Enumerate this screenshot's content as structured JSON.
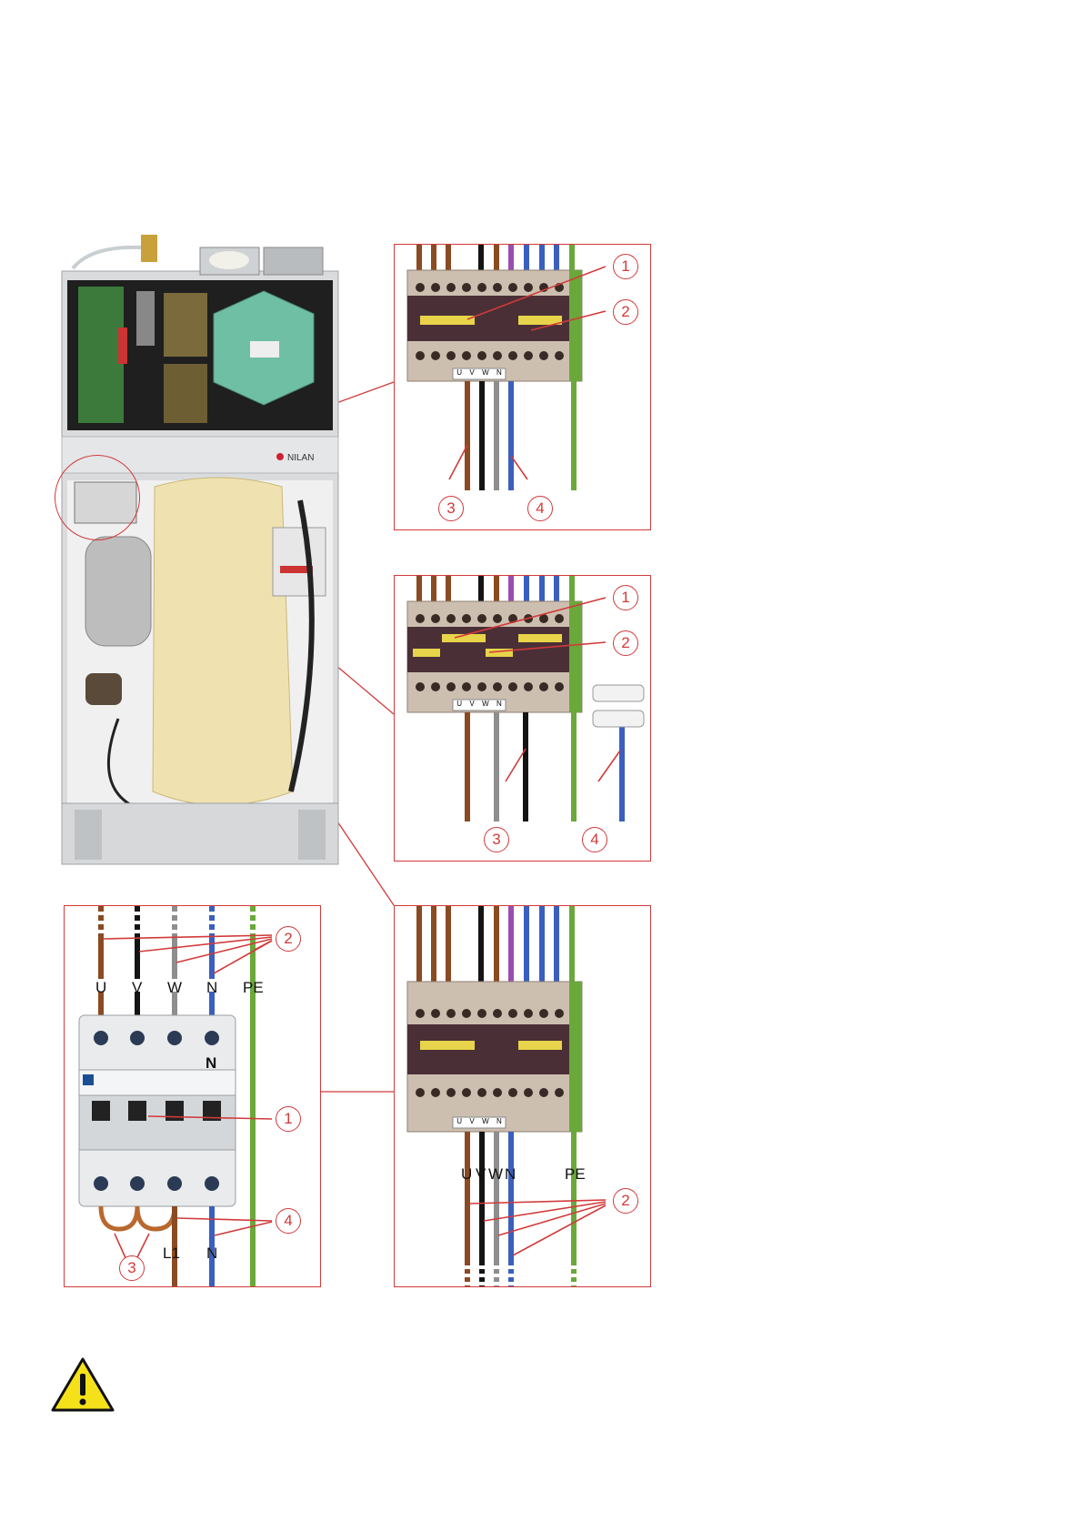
{
  "brand": {
    "logo_text": "NILAN"
  },
  "callouts": {
    "c1": "1",
    "c2": "2",
    "c3": "3",
    "c4": "4"
  },
  "terminal_block": {
    "labels_bottom": [
      "U",
      "V",
      "W",
      "N"
    ]
  },
  "breaker_panel": {
    "top_labels": [
      "U",
      "V",
      "W",
      "N",
      "PE"
    ],
    "module_letter": "N",
    "bottom_labels": [
      "L1",
      "N"
    ]
  },
  "panel_c": {
    "bottom_labels": [
      "U",
      "V",
      "W",
      "N",
      "PE"
    ]
  },
  "colors": {
    "accent": "#d23a3a",
    "brown": "#8a4a22",
    "black": "#141414",
    "grey": "#8e8e8e",
    "blue": "#3b5fbf",
    "purple": "#9a4fb0",
    "green_yellow": "#6aa83a",
    "warning_yellow": "#f5e11a"
  },
  "icons": {
    "warning": "warning-triangle-icon"
  }
}
